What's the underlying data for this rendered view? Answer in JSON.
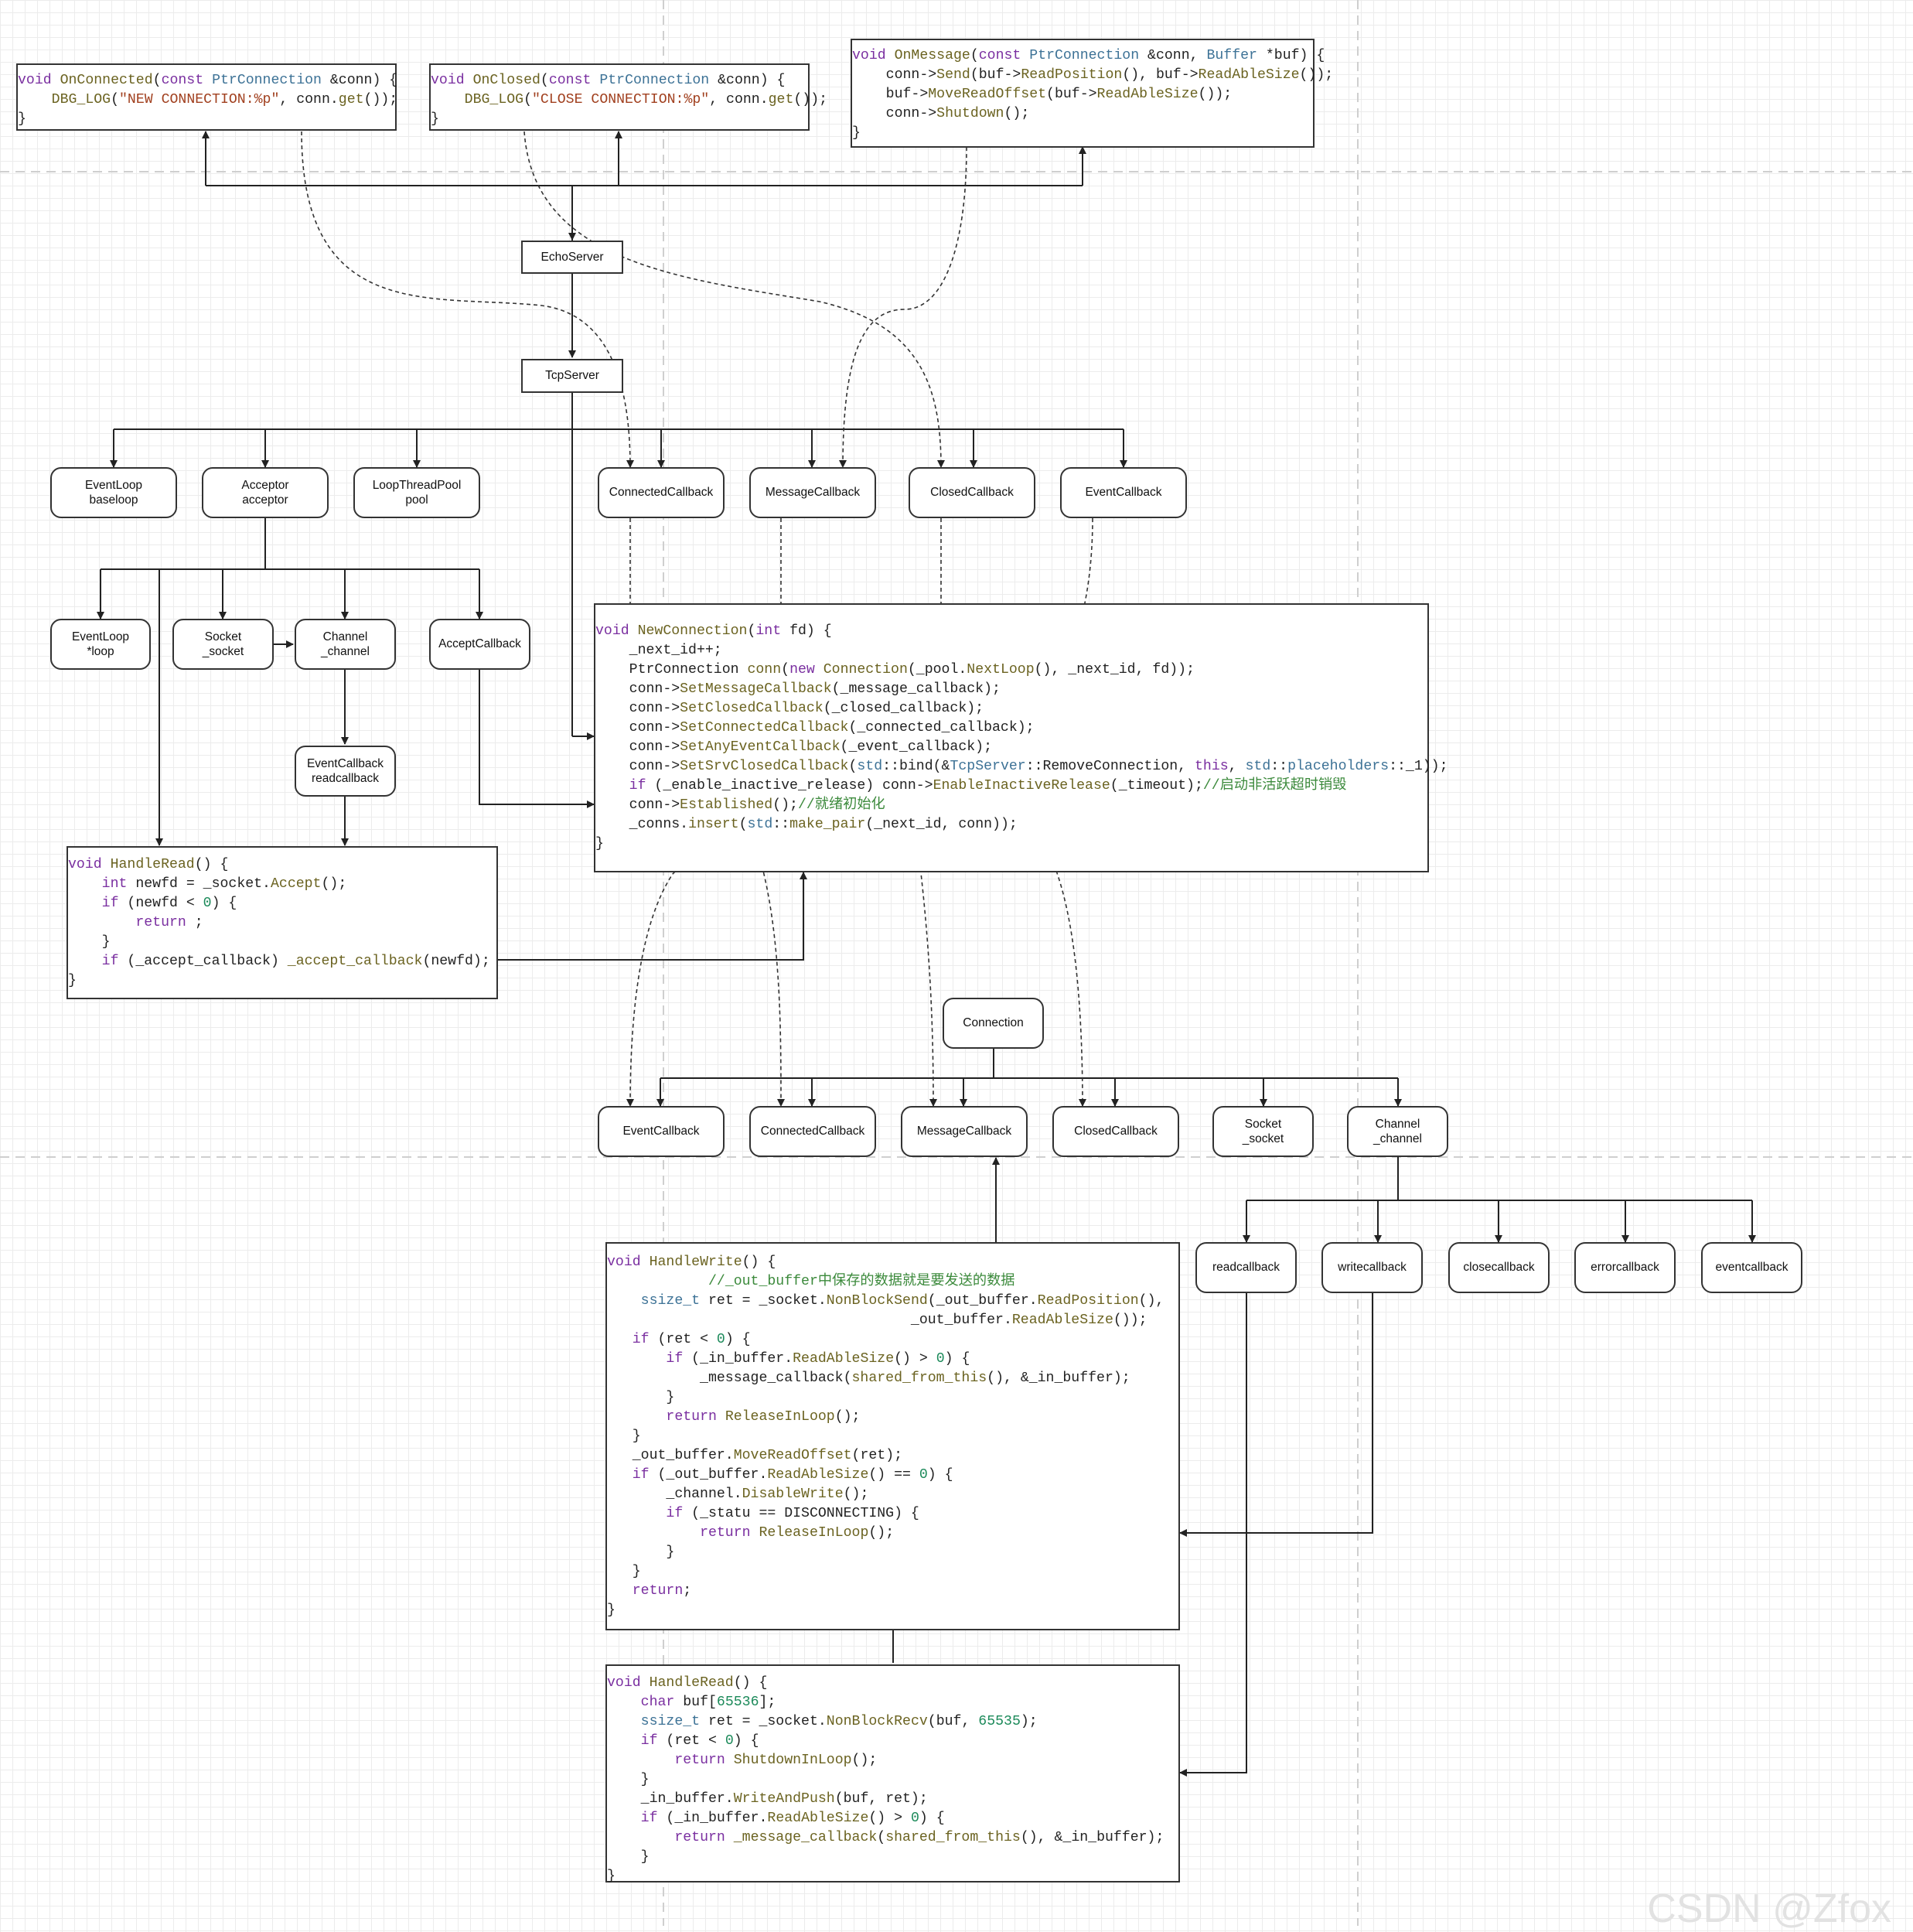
{
  "nodes": {
    "echo_server": "EchoServer",
    "tcp_server": "TcpServer",
    "server_baseloop": [
      "EventLoop",
      "baseloop"
    ],
    "server_acceptor": [
      "Acceptor",
      "acceptor"
    ],
    "server_pool": [
      "LoopThreadPool",
      "pool"
    ],
    "server_connected_cb": "ConnectedCallback",
    "server_message_cb": "MessageCallback",
    "server_closed_cb": "ClosedCallback",
    "server_event_cb": "EventCallback",
    "acceptor_loop": [
      "EventLoop",
      "*loop"
    ],
    "acceptor_socket": [
      "Socket",
      "_socket"
    ],
    "acceptor_channel": [
      "Channel",
      "_channel"
    ],
    "acceptor_accept_cb": "AcceptCallback",
    "acceptor_readcallback": [
      "EventCallback",
      "readcallback"
    ],
    "connection": "Connection",
    "conn_event_cb": "EventCallback",
    "conn_connected_cb": "ConnectedCallback",
    "conn_message_cb": "MessageCallback",
    "conn_closed_cb": "ClosedCallback",
    "conn_socket": [
      "Socket",
      "_socket"
    ],
    "conn_channel": [
      "Channel",
      "_channel"
    ],
    "ch_readcallback": "readcallback",
    "ch_writecallback": "writecallback",
    "ch_closecallback": "closecallback",
    "ch_errorcallback": "errorcallback",
    "ch_eventcallback": "eventcallback"
  },
  "code_blocks": {
    "on_connected": [
      [
        [
          "void ",
          "kw"
        ],
        [
          "OnConnected",
          "fn"
        ],
        [
          "(",
          "id"
        ],
        [
          "const ",
          "kw"
        ],
        [
          "PtrConnection",
          "ty"
        ],
        [
          " &conn) {",
          "id"
        ]
      ],
      [
        [
          "    ",
          "id"
        ],
        [
          "DBG_LOG",
          "fn"
        ],
        [
          "(",
          "id"
        ],
        [
          "\"NEW CONNECTION:%p\"",
          "str"
        ],
        [
          ", conn.",
          "id"
        ],
        [
          "get",
          "fn"
        ],
        [
          "());",
          "id"
        ]
      ],
      [
        [
          "}",
          "id"
        ]
      ]
    ],
    "on_closed": [
      [
        [
          "void ",
          "kw"
        ],
        [
          "OnClosed",
          "fn"
        ],
        [
          "(",
          "id"
        ],
        [
          "const ",
          "kw"
        ],
        [
          "PtrConnection",
          "ty"
        ],
        [
          " &conn) {",
          "id"
        ]
      ],
      [
        [
          "    ",
          "id"
        ],
        [
          "DBG_LOG",
          "fn"
        ],
        [
          "(",
          "id"
        ],
        [
          "\"CLOSE CONNECTION:%p\"",
          "str"
        ],
        [
          ", conn.",
          "id"
        ],
        [
          "get",
          "fn"
        ],
        [
          "());",
          "id"
        ]
      ],
      [
        [
          "}",
          "id"
        ]
      ]
    ],
    "on_message": [
      [
        [
          "void ",
          "kw"
        ],
        [
          "OnMessage",
          "fn"
        ],
        [
          "(",
          "id"
        ],
        [
          "const ",
          "kw"
        ],
        [
          "PtrConnection",
          "ty"
        ],
        [
          " &conn, ",
          "id"
        ],
        [
          "Buffer",
          "ty"
        ],
        [
          " *buf) {",
          "id"
        ]
      ],
      [
        [
          "    conn->",
          "id"
        ],
        [
          "Send",
          "fn"
        ],
        [
          "(buf->",
          "id"
        ],
        [
          "ReadPosition",
          "fn"
        ],
        [
          "(), buf->",
          "id"
        ],
        [
          "ReadAbleSize",
          "fn"
        ],
        [
          "());",
          "id"
        ]
      ],
      [
        [
          "    buf->",
          "id"
        ],
        [
          "MoveReadOffset",
          "fn"
        ],
        [
          "(buf->",
          "id"
        ],
        [
          "ReadAbleSize",
          "fn"
        ],
        [
          "());",
          "id"
        ]
      ],
      [
        [
          "    conn->",
          "id"
        ],
        [
          "Shutdown",
          "fn"
        ],
        [
          "();",
          "id"
        ]
      ],
      [
        [
          "}",
          "id"
        ]
      ]
    ],
    "new_connection": [
      [
        [
          "void ",
          "kw"
        ],
        [
          "NewConnection",
          "fn"
        ],
        [
          "(",
          "id"
        ],
        [
          "int ",
          "kw"
        ],
        [
          "fd) {",
          "id"
        ]
      ],
      [
        [
          "    _next_id++;",
          "id"
        ]
      ],
      [
        [
          "    PtrConnection ",
          "id"
        ],
        [
          "conn",
          "fn"
        ],
        [
          "(",
          "id"
        ],
        [
          "new ",
          "kw"
        ],
        [
          "Connection",
          "fn"
        ],
        [
          "(_pool.",
          "id"
        ],
        [
          "NextLoop",
          "fn"
        ],
        [
          "(), _next_id, fd));",
          "id"
        ]
      ],
      [
        [
          "    conn->",
          "id"
        ],
        [
          "SetMessageCallback",
          "fn"
        ],
        [
          "(_message_callback);",
          "id"
        ]
      ],
      [
        [
          "    conn->",
          "id"
        ],
        [
          "SetClosedCallback",
          "fn"
        ],
        [
          "(_closed_callback);",
          "id"
        ]
      ],
      [
        [
          "    conn->",
          "id"
        ],
        [
          "SetConnectedCallback",
          "fn"
        ],
        [
          "(_connected_callback);",
          "id"
        ]
      ],
      [
        [
          "    conn->",
          "id"
        ],
        [
          "SetAnyEventCallback",
          "fn"
        ],
        [
          "(_event_callback);",
          "id"
        ]
      ],
      [
        [
          "    conn->",
          "id"
        ],
        [
          "SetSrvClosedCallback",
          "fn"
        ],
        [
          "(",
          "id"
        ],
        [
          "std",
          "ty"
        ],
        [
          "::bind(&",
          "id"
        ],
        [
          "TcpServer",
          "ty"
        ],
        [
          "::RemoveConnection, ",
          "id"
        ],
        [
          "this",
          "kw"
        ],
        [
          ", ",
          "id"
        ],
        [
          "std",
          "ty"
        ],
        [
          "::",
          "id"
        ],
        [
          "placeholders",
          "ty"
        ],
        [
          "::_1));",
          "id"
        ]
      ],
      [
        [
          "    ",
          "id"
        ],
        [
          "if ",
          "kw"
        ],
        [
          "(_enable_inactive_release) conn->",
          "id"
        ],
        [
          "EnableInactiveRelease",
          "fn"
        ],
        [
          "(_timeout);",
          "id"
        ],
        [
          "//启动非活跃超时销毁",
          "cm"
        ]
      ],
      [
        [
          "    conn->",
          "id"
        ],
        [
          "Established",
          "fn"
        ],
        [
          "();",
          "id"
        ],
        [
          "//就绪初始化",
          "cm"
        ]
      ],
      [
        [
          "    _conns.",
          "id"
        ],
        [
          "insert",
          "fn"
        ],
        [
          "(",
          "id"
        ],
        [
          "std",
          "ty"
        ],
        [
          "::",
          "id"
        ],
        [
          "make_pair",
          "fn"
        ],
        [
          "(_next_id, conn));",
          "id"
        ]
      ],
      [
        [
          "}",
          "id"
        ]
      ]
    ],
    "acceptor_handle_read": [
      [
        [
          "void ",
          "kw"
        ],
        [
          "HandleRead",
          "fn"
        ],
        [
          "() {",
          "id"
        ]
      ],
      [
        [
          "    ",
          "id"
        ],
        [
          "int ",
          "kw"
        ],
        [
          "newfd = _socket.",
          "id"
        ],
        [
          "Accept",
          "fn"
        ],
        [
          "();",
          "id"
        ]
      ],
      [
        [
          "    ",
          "id"
        ],
        [
          "if ",
          "kw"
        ],
        [
          "(newfd < ",
          "id"
        ],
        [
          "0",
          "num"
        ],
        [
          ") {",
          "id"
        ]
      ],
      [
        [
          "        ",
          "id"
        ],
        [
          "return ",
          "kw"
        ],
        [
          ";",
          "id"
        ]
      ],
      [
        [
          "    }",
          "id"
        ]
      ],
      [
        [
          "    ",
          "id"
        ],
        [
          "if ",
          "kw"
        ],
        [
          "(_accept_callback) ",
          "id"
        ],
        [
          "_accept_callback",
          "fn"
        ],
        [
          "(newfd);",
          "id"
        ]
      ],
      [
        [
          "}",
          "id"
        ]
      ]
    ],
    "handle_write": [
      [
        [
          "void ",
          "kw"
        ],
        [
          "HandleWrite",
          "fn"
        ],
        [
          "() {",
          "id"
        ]
      ],
      [
        [
          "            ",
          "id"
        ],
        [
          "//_out_buffer中保存的数据就是要发送的数据",
          "cm"
        ]
      ],
      [
        [
          "    ",
          "id"
        ],
        [
          "ssize_t",
          "ty"
        ],
        [
          " ret = _socket.",
          "id"
        ],
        [
          "NonBlockSend",
          "fn"
        ],
        [
          "(_out_buffer.",
          "id"
        ],
        [
          "ReadPosition",
          "fn"
        ],
        [
          "(),",
          "id"
        ]
      ],
      [
        [
          "                                    _out_buffer.",
          "id"
        ],
        [
          "ReadAbleSize",
          "fn"
        ],
        [
          "());",
          "id"
        ]
      ],
      [
        [
          "   ",
          "id"
        ],
        [
          "if ",
          "kw"
        ],
        [
          "(ret < ",
          "id"
        ],
        [
          "0",
          "num"
        ],
        [
          ") {",
          "id"
        ]
      ],
      [
        [
          "       ",
          "id"
        ],
        [
          "if ",
          "kw"
        ],
        [
          "(_in_buffer.",
          "id"
        ],
        [
          "ReadAbleSize",
          "fn"
        ],
        [
          "() > ",
          "id"
        ],
        [
          "0",
          "num"
        ],
        [
          ") {",
          "id"
        ]
      ],
      [
        [
          "           _message_callback(",
          "id"
        ],
        [
          "shared_from_this",
          "fn"
        ],
        [
          "(), &_in_buffer);",
          "id"
        ]
      ],
      [
        [
          "       }",
          "id"
        ]
      ],
      [
        [
          "       ",
          "id"
        ],
        [
          "return ",
          "kw"
        ],
        [
          "ReleaseInLoop",
          "fn"
        ],
        [
          "();",
          "id"
        ]
      ],
      [
        [
          "   }",
          "id"
        ]
      ],
      [
        [
          "   _out_buffer.",
          "id"
        ],
        [
          "MoveReadOffset",
          "fn"
        ],
        [
          "(ret);",
          "id"
        ]
      ],
      [
        [
          "   ",
          "id"
        ],
        [
          "if ",
          "kw"
        ],
        [
          "(_out_buffer.",
          "id"
        ],
        [
          "ReadAbleSize",
          "fn"
        ],
        [
          "() == ",
          "id"
        ],
        [
          "0",
          "num"
        ],
        [
          ") {",
          "id"
        ]
      ],
      [
        [
          "       _channel.",
          "id"
        ],
        [
          "DisableWrite",
          "fn"
        ],
        [
          "();",
          "id"
        ]
      ],
      [
        [
          "       ",
          "id"
        ],
        [
          "if ",
          "kw"
        ],
        [
          "(_statu == DISCONNECTING) {",
          "id"
        ]
      ],
      [
        [
          "           ",
          "id"
        ],
        [
          "return ",
          "kw"
        ],
        [
          "ReleaseInLoop",
          "fn"
        ],
        [
          "();",
          "id"
        ]
      ],
      [
        [
          "       }",
          "id"
        ]
      ],
      [
        [
          "   }",
          "id"
        ]
      ],
      [
        [
          "   ",
          "id"
        ],
        [
          "return",
          "kw"
        ],
        [
          ";",
          "id"
        ]
      ],
      [
        [
          "}",
          "id"
        ]
      ]
    ],
    "conn_handle_read": [
      [
        [
          "void ",
          "kw"
        ],
        [
          "HandleRead",
          "fn"
        ],
        [
          "() {",
          "id"
        ]
      ],
      [
        [
          "    ",
          "id"
        ],
        [
          "char ",
          "kw"
        ],
        [
          "buf[",
          "id"
        ],
        [
          "65536",
          "num"
        ],
        [
          "];",
          "id"
        ]
      ],
      [
        [
          "    ",
          "id"
        ],
        [
          "ssize_t",
          "ty"
        ],
        [
          " ret = _socket.",
          "id"
        ],
        [
          "NonBlockRecv",
          "fn"
        ],
        [
          "(buf, ",
          "id"
        ],
        [
          "65535",
          "num"
        ],
        [
          ");",
          "id"
        ]
      ],
      [
        [
          "    ",
          "id"
        ],
        [
          "if ",
          "kw"
        ],
        [
          "(ret < ",
          "id"
        ],
        [
          "0",
          "num"
        ],
        [
          ") {",
          "id"
        ]
      ],
      [
        [
          "        ",
          "id"
        ],
        [
          "return ",
          "kw"
        ],
        [
          "ShutdownInLoop",
          "fn"
        ],
        [
          "();",
          "id"
        ]
      ],
      [
        [
          "    }",
          "id"
        ]
      ],
      [
        [
          "    _in_buffer.",
          "id"
        ],
        [
          "WriteAndPush",
          "fn"
        ],
        [
          "(buf, ret);",
          "id"
        ]
      ],
      [
        [
          "    ",
          "id"
        ],
        [
          "if ",
          "kw"
        ],
        [
          "(_in_buffer.",
          "id"
        ],
        [
          "ReadAbleSize",
          "fn"
        ],
        [
          "() > ",
          "id"
        ],
        [
          "0",
          "num"
        ],
        [
          ") {",
          "id"
        ]
      ],
      [
        [
          "        ",
          "id"
        ],
        [
          "return ",
          "kw"
        ],
        [
          "_message_callback",
          "fn"
        ],
        [
          "(",
          "id"
        ],
        [
          "shared_from_this",
          "fn"
        ],
        [
          "(), &_in_buffer);",
          "id"
        ]
      ],
      [
        [
          "    }",
          "id"
        ]
      ],
      [
        [
          "}",
          "id"
        ]
      ]
    ]
  },
  "watermark": "CSDN @Zfox",
  "colors": {
    "line": "#222222",
    "dashed_line": "#333333",
    "guide_line": "#cfcfcf",
    "keyword": "#7a2fa0",
    "function": "#6b6321",
    "type": "#3d7296",
    "string": "#a1401f",
    "number": "#1c8a5a",
    "comment": "#3c8a3c"
  }
}
